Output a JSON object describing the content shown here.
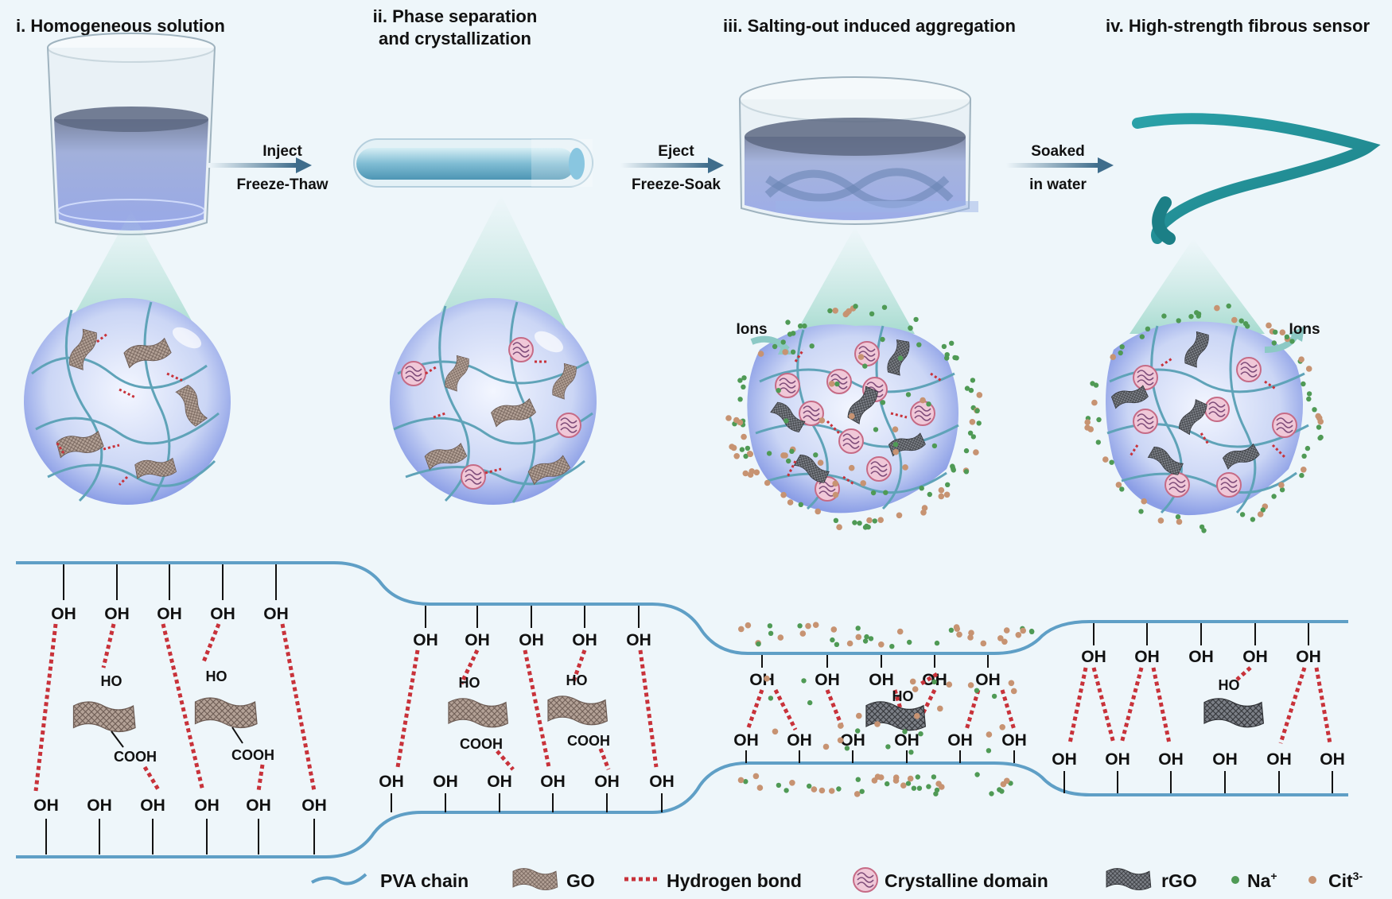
{
  "stages": [
    {
      "title": "i. Homogeneous solution"
    },
    {
      "title_line1": "ii. Phase separation",
      "title_line2": "and crystallization"
    },
    {
      "title": "iii. Salting-out induced aggregation"
    },
    {
      "title": "iv. High-strength fibrous sensor"
    }
  ],
  "arrows": [
    {
      "top": "Inject",
      "bottom": "Freeze-Thaw"
    },
    {
      "top": "Eject",
      "bottom": "Freeze-Soak"
    },
    {
      "top": "Soaked",
      "bottom": "in water"
    }
  ],
  "ions_label_left": "Ions",
  "ions_label_right": "Ions",
  "groups": {
    "oh": "OH",
    "ho": "HO",
    "cooh": "COOH"
  },
  "legend": {
    "pva": "PVA chain",
    "go": "GO",
    "hbond": "Hydrogen bond",
    "crystal": "Crystalline domain",
    "rgo": "rGO",
    "na": "Na",
    "na_sup": "+",
    "cit": "Cit",
    "cit_sup": "3-"
  },
  "colors": {
    "background": "#eef6fa",
    "chain": "#5f9fc6",
    "hydrogen_bond": "#c8323a",
    "fiber": "#2aa1a8",
    "go": "#9b8478",
    "rgo": "#5a5d62",
    "crystal": "#c69ab4",
    "na": "#4f9a55",
    "cit": "#c79372"
  }
}
